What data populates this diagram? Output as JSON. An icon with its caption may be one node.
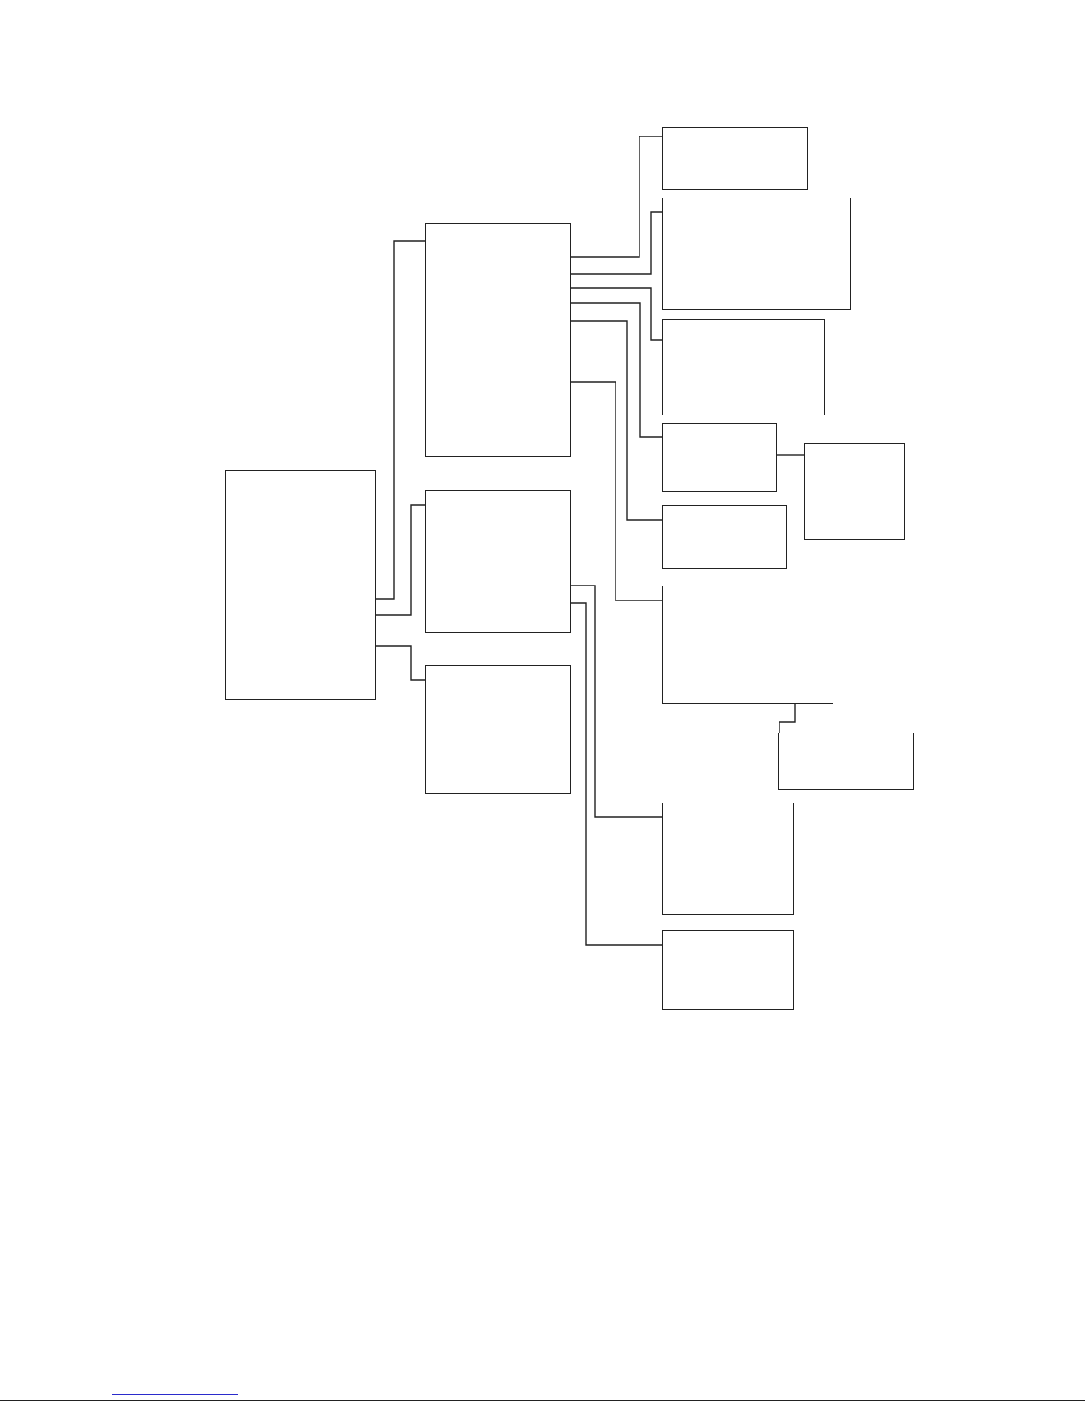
{
  "diagram": {
    "nodes": [
      {
        "text": [],
        "shape": "box"
      },
      {
        "text": [],
        "shape": "box"
      },
      {
        "text": [],
        "shape": "box"
      },
      {
        "text": [],
        "shape": "box"
      },
      {
        "text": [],
        "shape": "box"
      },
      {
        "text": [],
        "shape": "box"
      },
      {
        "text": [],
        "shape": "box"
      },
      {
        "text": [],
        "shape": "box"
      },
      {
        "text": [],
        "shape": "box"
      },
      {
        "text": [],
        "shape": "box"
      },
      {
        "text": [],
        "shape": "box"
      },
      {
        "text": [],
        "shape": "box"
      },
      {
        "text": [],
        "shape": "box"
      },
      {
        "text": [],
        "shape": "box"
      }
    ],
    "edges": [
      {
        "from": 0,
        "to": 1,
        "arrow": "none"
      },
      {
        "from": 0,
        "to": 2,
        "arrow": "none"
      },
      {
        "from": 0,
        "to": 3,
        "arrow": "none"
      },
      {
        "from": 1,
        "to": 4,
        "arrow": "none"
      },
      {
        "from": 1,
        "to": 5,
        "arrow": "none"
      },
      {
        "from": 1,
        "to": 6,
        "arrow": "none"
      },
      {
        "from": 1,
        "to": 7,
        "arrow": "none"
      },
      {
        "from": 1,
        "to": 9,
        "arrow": "none"
      },
      {
        "from": 1,
        "to": 10,
        "arrow": "none"
      },
      {
        "from": 7,
        "to": 8,
        "arrow": "none"
      },
      {
        "from": 10,
        "to": 11,
        "arrow": "none"
      },
      {
        "from": 2,
        "to": 12,
        "arrow": "none"
      },
      {
        "from": 2,
        "to": 13,
        "arrow": "none"
      }
    ]
  }
}
